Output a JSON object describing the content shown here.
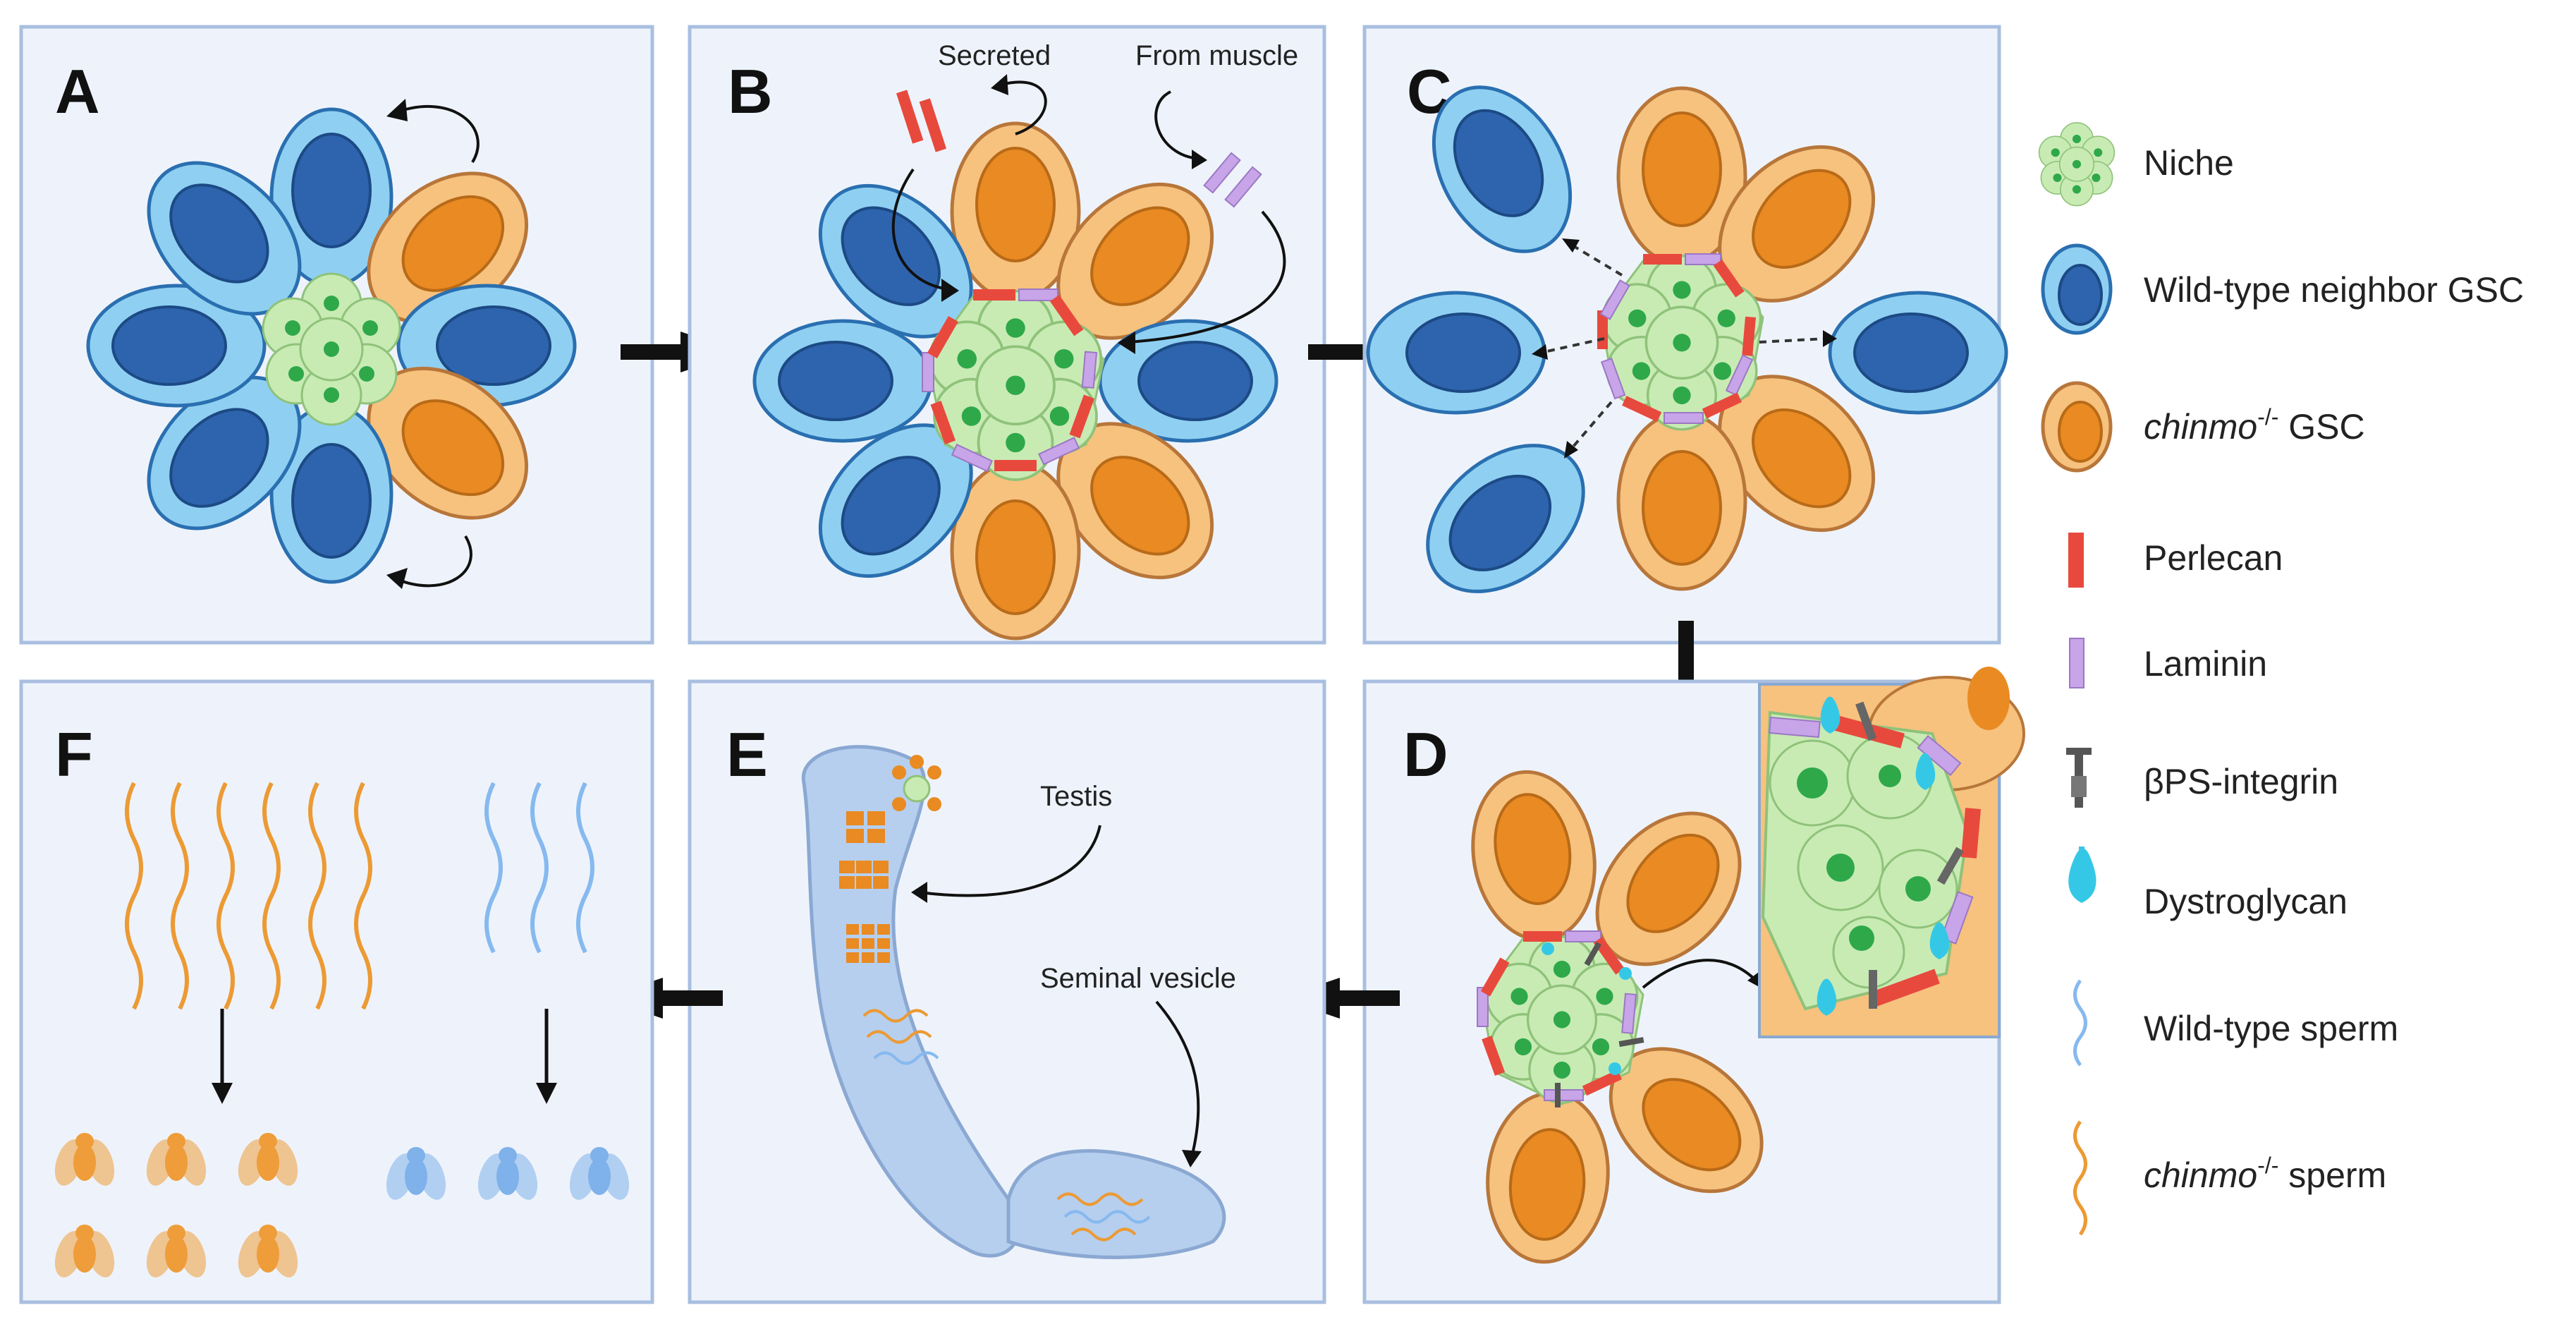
{
  "panels": {
    "A": {
      "label": "A"
    },
    "B": {
      "label": "B",
      "secreted": "Secreted",
      "from_muscle": "From muscle"
    },
    "C": {
      "label": "C"
    },
    "D": {
      "label": "D"
    },
    "E": {
      "label": "E",
      "testis": "Testis",
      "seminal_vesicle": "Seminal vesicle"
    },
    "F": {
      "label": "F"
    }
  },
  "legend": [
    {
      "key": "niche",
      "text": "Niche",
      "italic_prefix": ""
    },
    {
      "key": "wt-gsc",
      "text": "Wild-type neighbor GSC",
      "italic_prefix": ""
    },
    {
      "key": "chinmo-gsc",
      "italic_prefix": "chinmo",
      "sup": "-/-",
      "text": " GSC"
    },
    {
      "key": "perlecan",
      "text": "Perlecan",
      "italic_prefix": ""
    },
    {
      "key": "laminin",
      "text": "Laminin",
      "italic_prefix": ""
    },
    {
      "key": "integrin",
      "text": "βPS-integrin",
      "italic_prefix": ""
    },
    {
      "key": "dystroglycan",
      "text": "Dystroglycan",
      "italic_prefix": ""
    },
    {
      "key": "wt-sperm",
      "text": "Wild-type sperm",
      "italic_prefix": ""
    },
    {
      "key": "chinmo-sperm",
      "italic_prefix": "chinmo",
      "sup": "-/-",
      "text": " sperm"
    }
  ],
  "colors": {
    "wild_type": "#8fd0f2",
    "chinmo": "#f6c27e",
    "niche": "#c8ebb4",
    "perlecan": "#e8493d",
    "laminin": "#c8a4e8",
    "dystroglycan": "#35c8e6"
  }
}
